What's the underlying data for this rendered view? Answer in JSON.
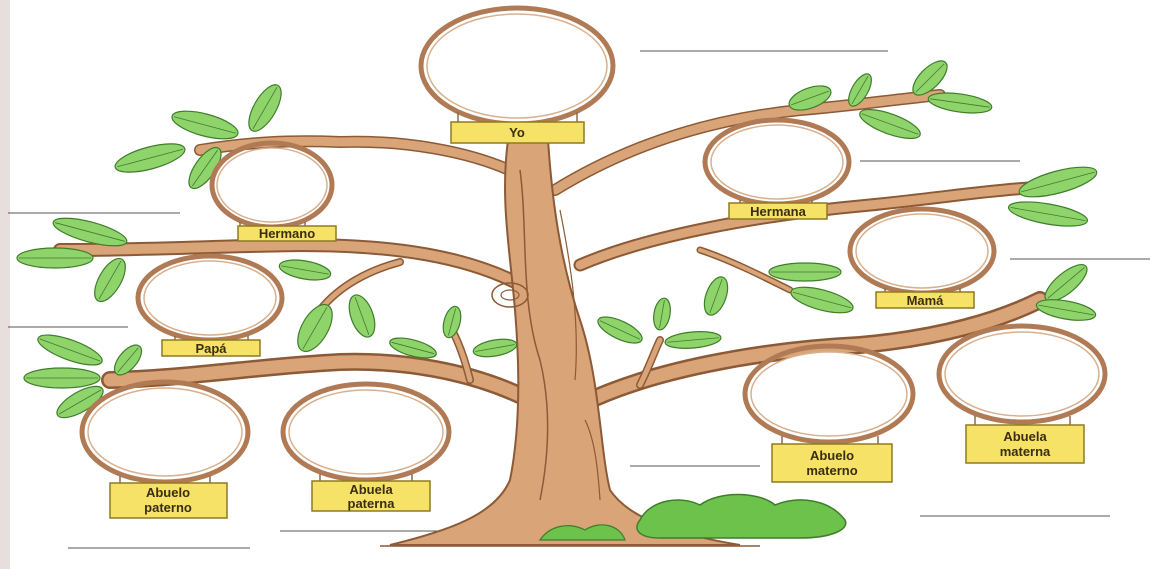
{
  "labels": {
    "yo": "Yo",
    "hermano": "Hermano",
    "hermana": "Hermana",
    "papa": "Papá",
    "mama": "Mamá",
    "abuelo_paterno": [
      "Abuelo",
      "paterno"
    ],
    "abuela_paterna": [
      "Abuela",
      "paterna"
    ],
    "abuelo_materno": [
      "Abuelo",
      "materno"
    ],
    "abuela_materna": [
      "Abuela",
      "materna"
    ]
  },
  "colors": {
    "trunk": "#d8a478",
    "trunk_outline": "#8c5a36",
    "leaf": "#8fd36b",
    "grass": "#6cc24a",
    "sign": "#f6e266",
    "frame": "#b07a55"
  }
}
